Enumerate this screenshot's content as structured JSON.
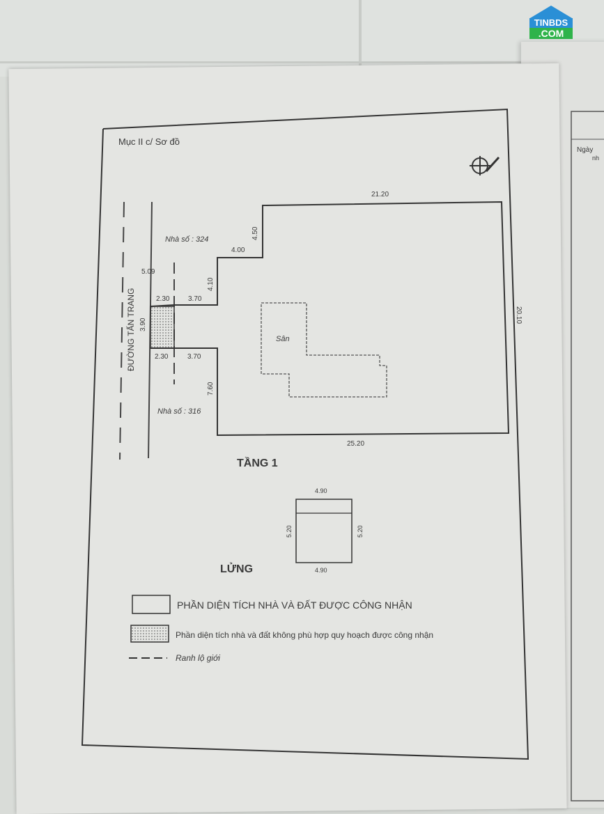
{
  "watermark": {
    "line1": "TINBDS",
    "line2": ".COM"
  },
  "right_page": {
    "label": "Ngày",
    "label2": "nh"
  },
  "section_title": "Mục II c/ Sơ đồ",
  "street": "ĐƯỜNG TẤN TRANG",
  "neighbors": {
    "top": "Nhà số : 324",
    "bottom": "Nhà số : 316"
  },
  "yard_label": "Sân",
  "dimensions": {
    "top": "21.20",
    "bottom": "25.20",
    "right": "20.10",
    "step_top_height": "4.50",
    "step_top_width": "4.00",
    "step_mid_height": "4.10",
    "road_width": "5.09",
    "setback_top": "2.30",
    "front_top": "3.70",
    "frontage": "3.90",
    "setback_bottom": "2.30",
    "front_bottom": "3.70",
    "step_bottom_height": "7.60"
  },
  "floor1_label": "TẦNG 1",
  "mezzanine": {
    "label": "LỬNG",
    "top": "4.90",
    "bottom": "4.90",
    "left": "5.20",
    "right": "5.20"
  },
  "legend": [
    {
      "text": "PHẦN DIỆN TÍCH  NHÀ VÀ ĐẤT ĐƯỢC CÔNG NHẬN",
      "symbol": "empty-box"
    },
    {
      "text": "Phần diện tích nhà và đất không phù hợp quy hoạch được công nhận",
      "symbol": "dotted-box"
    },
    {
      "text": "Ranh lộ giới",
      "symbol": "dashed-line"
    }
  ]
}
